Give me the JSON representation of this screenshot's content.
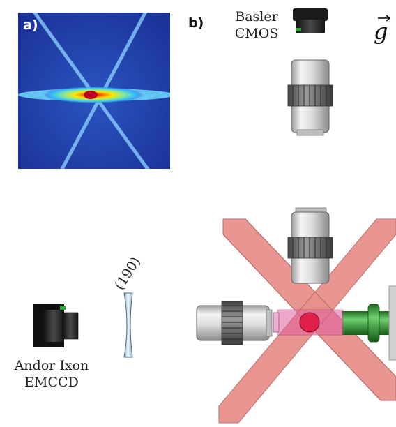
{
  "panel_a": {
    "label": "a)"
  },
  "panel_b": {
    "label": "b)"
  },
  "basler_camera": {
    "line1": "Basler",
    "line2": "CMOS"
  },
  "andor_camera": {
    "line1": "Andor Ixon",
    "line2": "EMCCD"
  },
  "lens_label": "(190)",
  "gravity_symbol": "g",
  "colors": {
    "beam": "#e8908c",
    "beam_edge": "#b86a66",
    "cell": "#e060a0",
    "atom_cloud": "#e0204a",
    "tube": "#2f9a2f",
    "objective_body": "#e6e6e6",
    "panel_bg": "#1f3fa8"
  }
}
